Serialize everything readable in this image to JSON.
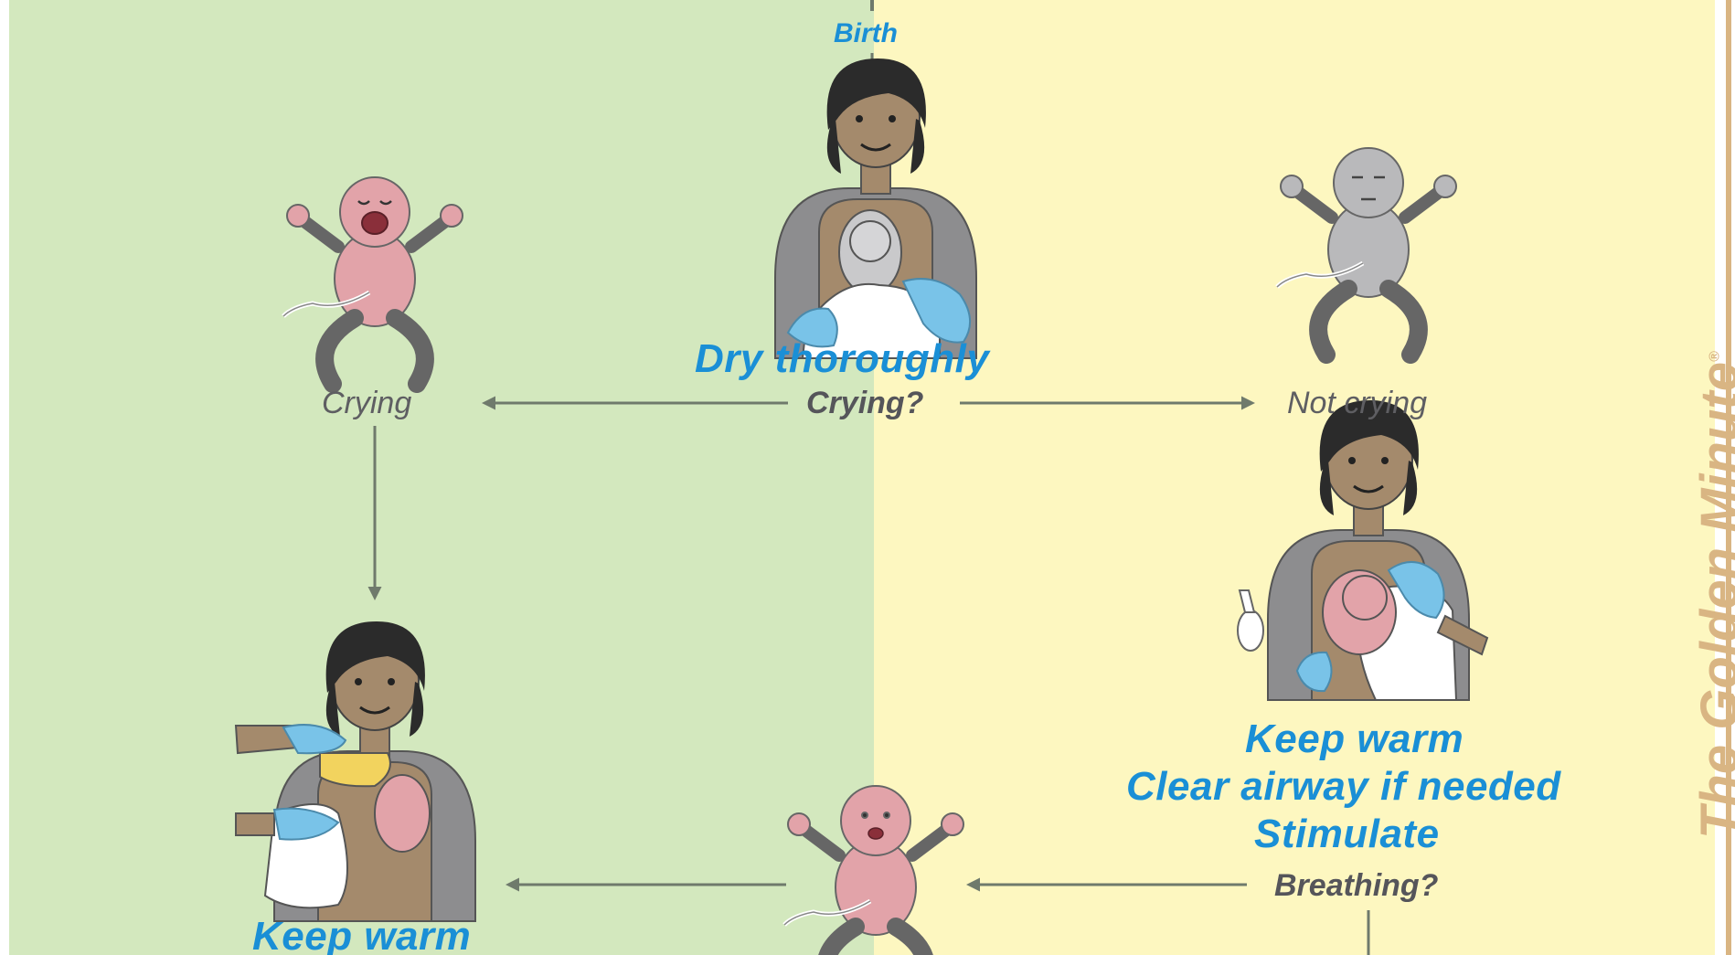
{
  "colors": {
    "left_panel": "#d3e8be",
    "right_panel": "#fdf7c0",
    "action_text": "#1a8fd6",
    "arrow": "#6f7a6c",
    "baby_pink": "#e2a3a9",
    "baby_grey": "#b9b9bb",
    "mother_skin": "#a48a6c",
    "glove": "#79c3e8",
    "watermark": "#d9b583"
  },
  "flow": {
    "start": "Birth",
    "step1_action": "Dry thoroughly",
    "question1": "Crying?",
    "yes_branch_state": "Crying",
    "no_branch_state": "Not crying",
    "step2_actions": [
      "Keep warm",
      "Clear airway if needed",
      "Stimulate"
    ],
    "question2": "Breathing?",
    "crying_outcome_action": "Keep warm"
  },
  "watermark": {
    "text": "The Golden Minute",
    "mark": "®"
  },
  "icons": {
    "mother": "mother-drying-baby-icon",
    "crying_baby": "crying-baby-icon",
    "grey_baby": "not-crying-baby-icon",
    "breathing_baby": "breathing-baby-icon",
    "suction_bulb": "suction-bulb-icon"
  }
}
